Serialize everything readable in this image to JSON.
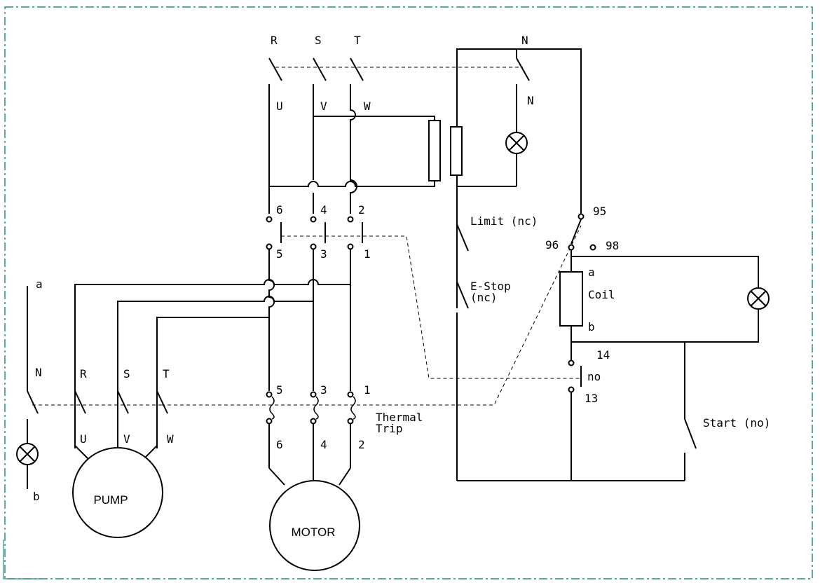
{
  "supply": {
    "phases": [
      "R",
      "S",
      "T"
    ],
    "neutral_top": "N",
    "neutral_low": "N"
  },
  "contactor": {
    "line_outputs": [
      "U",
      "V",
      "W"
    ],
    "upper_terms": [
      "6",
      "4",
      "2"
    ],
    "lower_terms": [
      "5",
      "3",
      "1"
    ]
  },
  "thermal": {
    "upper_terms": [
      "5",
      "3",
      "1"
    ],
    "lower_terms": [
      "6",
      "4",
      "2"
    ],
    "label_line1": "Thermal",
    "label_line2": "Trip"
  },
  "control": {
    "limit": "Limit (nc)",
    "estop_line1": "E-Stop",
    "estop_line2": "(nc)",
    "t95": "95",
    "t96": "96",
    "t98": "98",
    "coil": "Coil",
    "coil_a": "a",
    "coil_b": "b",
    "t14": "14",
    "no": "no",
    "t13": "13",
    "start": "Start (no)"
  },
  "pump_circuit": {
    "a": "a",
    "b": "b",
    "neutral": "N",
    "phases": [
      "R",
      "S",
      "T"
    ],
    "outputs": [
      "U",
      "V",
      "W"
    ]
  },
  "pump_label": "PUMP",
  "motor_label": "MOTOR",
  "colors": {
    "frame": "#2f8a80",
    "wire": "#000000"
  }
}
